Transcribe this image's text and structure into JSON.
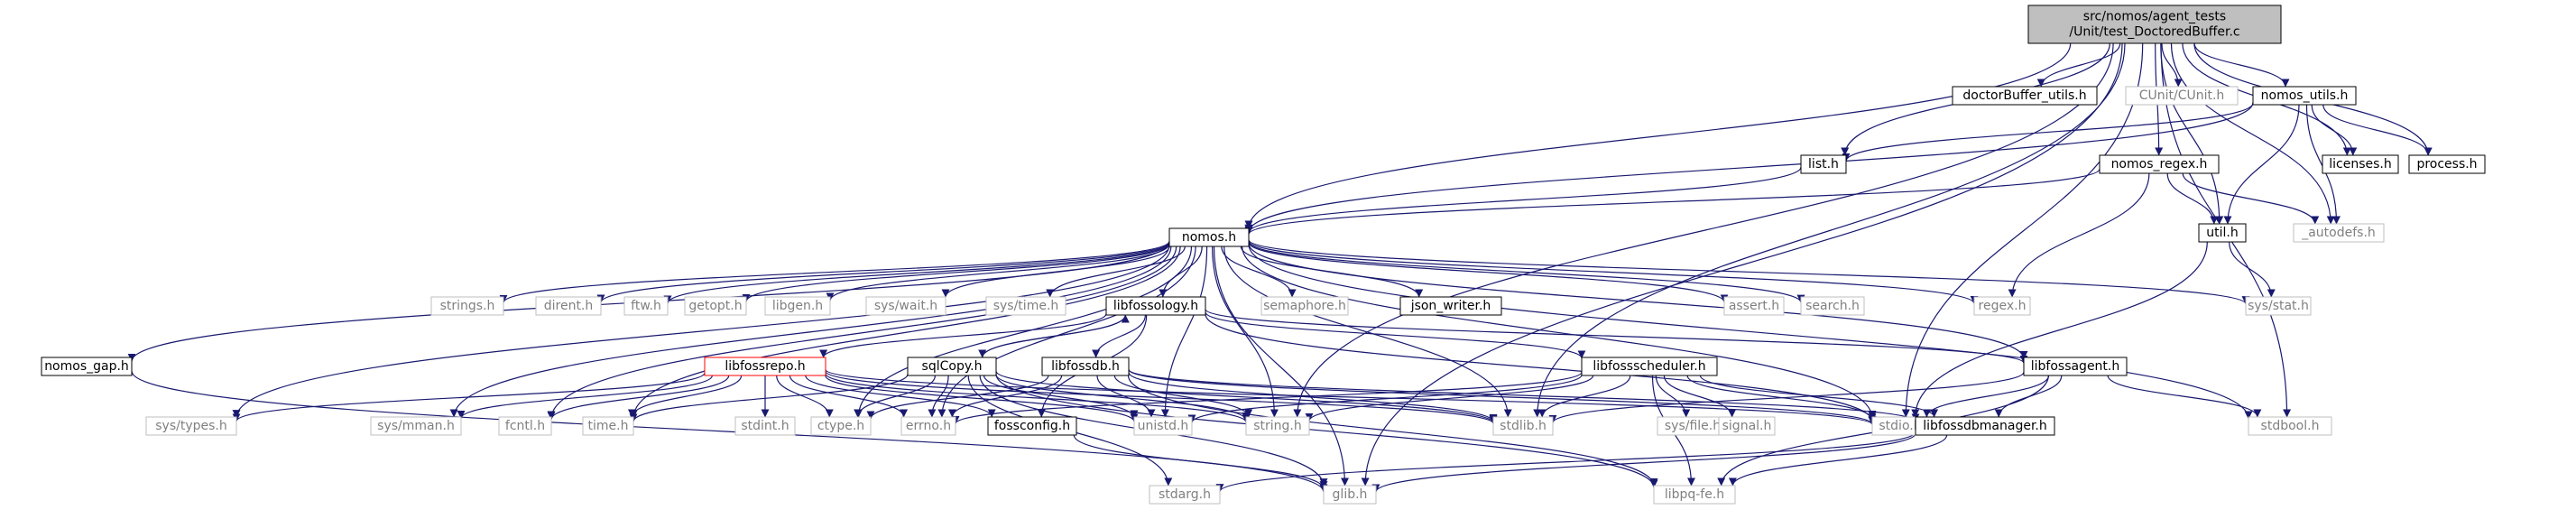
{
  "colors": {
    "edge": "#191970",
    "root_fill": "#bfbfbf",
    "root_border": "#000000",
    "doc_border": "#000000",
    "missing_border": "#bfbfbf",
    "missing_text": "#808080",
    "error_border": "#ff0000",
    "text": "#000000"
  },
  "nodes": [
    {
      "id": "root",
      "lines": [
        "src/nomos/agent_tests",
        "/Unit/test_DoctoredBuffer.c"
      ],
      "kind": "root"
    },
    {
      "id": "glib",
      "lines": [
        "glib.h"
      ],
      "kind": "missing"
    },
    {
      "id": "nomos",
      "lines": [
        "nomos.h"
      ],
      "kind": "doc"
    },
    {
      "id": "list",
      "lines": [
        "list.h"
      ],
      "kind": "doc"
    },
    {
      "id": "doctor",
      "lines": [
        "doctorBuffer_utils.h"
      ],
      "kind": "doc"
    },
    {
      "id": "cunit",
      "lines": [
        "CUnit/CUnit.h"
      ],
      "kind": "missing"
    },
    {
      "id": "nutils",
      "lines": [
        "nomos_utils.h"
      ],
      "kind": "doc"
    },
    {
      "id": "nregex",
      "lines": [
        "nomos_regex.h"
      ],
      "kind": "doc"
    },
    {
      "id": "licenses",
      "lines": [
        "licenses.h"
      ],
      "kind": "doc"
    },
    {
      "id": "process",
      "lines": [
        "process.h"
      ],
      "kind": "doc"
    },
    {
      "id": "util",
      "lines": [
        "util.h"
      ],
      "kind": "doc"
    },
    {
      "id": "autodefs",
      "lines": [
        "_autodefs.h"
      ],
      "kind": "missing"
    },
    {
      "id": "stdbool",
      "lines": [
        "stdbool.h"
      ],
      "kind": "missing"
    },
    {
      "id": "stdio",
      "lines": [
        "stdio.h"
      ],
      "kind": "missing"
    },
    {
      "id": "stdlib",
      "lines": [
        "stdlib.h"
      ],
      "kind": "missing"
    },
    {
      "id": "string",
      "lines": [
        "string.h"
      ],
      "kind": "missing"
    },
    {
      "id": "ctype",
      "lines": [
        "ctype.h"
      ],
      "kind": "missing"
    },
    {
      "id": "systypes",
      "lines": [
        "sys/types.h"
      ],
      "kind": "missing"
    },
    {
      "id": "strings",
      "lines": [
        "strings.h"
      ],
      "kind": "missing"
    },
    {
      "id": "dirent",
      "lines": [
        "dirent.h"
      ],
      "kind": "missing"
    },
    {
      "id": "ftw",
      "lines": [
        "ftw.h"
      ],
      "kind": "missing"
    },
    {
      "id": "getopt",
      "lines": [
        "getopt.h"
      ],
      "kind": "missing"
    },
    {
      "id": "libgen",
      "lines": [
        "libgen.h"
      ],
      "kind": "missing"
    },
    {
      "id": "syswait",
      "lines": [
        "sys/wait.h"
      ],
      "kind": "missing"
    },
    {
      "id": "systime",
      "lines": [
        "sys/time.h"
      ],
      "kind": "missing"
    },
    {
      "id": "libfossology",
      "lines": [
        "libfossology.h"
      ],
      "kind": "doc"
    },
    {
      "id": "semaphore",
      "lines": [
        "semaphore.h"
      ],
      "kind": "missing"
    },
    {
      "id": "jsonwriter",
      "lines": [
        "json_writer.h"
      ],
      "kind": "doc"
    },
    {
      "id": "assert",
      "lines": [
        "assert.h"
      ],
      "kind": "missing"
    },
    {
      "id": "search",
      "lines": [
        "search.h"
      ],
      "kind": "missing"
    },
    {
      "id": "regex",
      "lines": [
        "regex.h"
      ],
      "kind": "missing"
    },
    {
      "id": "sysstat",
      "lines": [
        "sys/stat.h"
      ],
      "kind": "missing"
    },
    {
      "id": "nomosgap",
      "lines": [
        "nomos_gap.h"
      ],
      "kind": "doc"
    },
    {
      "id": "libfossrepo",
      "lines": [
        "libfossrepo.h"
      ],
      "kind": "error"
    },
    {
      "id": "sqlcopy",
      "lines": [
        "sqlCopy.h"
      ],
      "kind": "doc"
    },
    {
      "id": "libfossdb",
      "lines": [
        "libfossdb.h"
      ],
      "kind": "doc"
    },
    {
      "id": "libfosssched",
      "lines": [
        "libfossscheduler.h"
      ],
      "kind": "doc"
    },
    {
      "id": "libfossagent",
      "lines": [
        "libfossagent.h"
      ],
      "kind": "doc"
    },
    {
      "id": "sysmman",
      "lines": [
        "sys/mman.h"
      ],
      "kind": "missing"
    },
    {
      "id": "fcntl",
      "lines": [
        "fcntl.h"
      ],
      "kind": "missing"
    },
    {
      "id": "time",
      "lines": [
        "time.h"
      ],
      "kind": "missing"
    },
    {
      "id": "stdint",
      "lines": [
        "stdint.h"
      ],
      "kind": "missing"
    },
    {
      "id": "errno",
      "lines": [
        "errno.h"
      ],
      "kind": "missing"
    },
    {
      "id": "fossconfig",
      "lines": [
        "fossconfig.h"
      ],
      "kind": "doc"
    },
    {
      "id": "unistd",
      "lines": [
        "unistd.h"
      ],
      "kind": "missing"
    },
    {
      "id": "sysfile",
      "lines": [
        "sys/file.h"
      ],
      "kind": "missing"
    },
    {
      "id": "signal",
      "lines": [
        "signal.h"
      ],
      "kind": "missing"
    },
    {
      "id": "libfossdbmgr",
      "lines": [
        "libfossdbmanager.h"
      ],
      "kind": "doc"
    },
    {
      "id": "stdarg",
      "lines": [
        "stdarg.h"
      ],
      "kind": "missing"
    },
    {
      "id": "libpq",
      "lines": [
        "libpq-fe.h"
      ],
      "kind": "missing"
    }
  ],
  "edges": [
    [
      "root",
      "glib"
    ],
    [
      "root",
      "nomos"
    ],
    [
      "root",
      "list"
    ],
    [
      "root",
      "doctor"
    ],
    [
      "root",
      "cunit"
    ],
    [
      "root",
      "nutils"
    ],
    [
      "root",
      "nregex"
    ],
    [
      "root",
      "licenses"
    ],
    [
      "root",
      "process"
    ],
    [
      "root",
      "util"
    ],
    [
      "root",
      "autodefs"
    ],
    [
      "root",
      "stdbool"
    ],
    [
      "root",
      "stdio"
    ],
    [
      "root",
      "stdlib"
    ],
    [
      "root",
      "string"
    ],
    [
      "nutils",
      "list"
    ],
    [
      "nutils",
      "nomos"
    ],
    [
      "nutils",
      "licenses"
    ],
    [
      "nutils",
      "process"
    ],
    [
      "nutils",
      "util"
    ],
    [
      "nutils",
      "autodefs"
    ],
    [
      "nregex",
      "nomos"
    ],
    [
      "nregex",
      "util"
    ],
    [
      "nregex",
      "autodefs"
    ],
    [
      "nregex",
      "regex"
    ],
    [
      "list",
      "nomos"
    ],
    [
      "util",
      "sysstat"
    ],
    [
      "util",
      "stdio"
    ],
    [
      "nomos",
      "nomosgap"
    ],
    [
      "nomos",
      "systypes"
    ],
    [
      "nomos",
      "sysmman"
    ],
    [
      "nomos",
      "fcntl"
    ],
    [
      "nomos",
      "time"
    ],
    [
      "nomos",
      "ctype"
    ],
    [
      "nomos",
      "errno"
    ],
    [
      "nomos",
      "unistd"
    ],
    [
      "nomos",
      "glib"
    ],
    [
      "nomos",
      "string"
    ],
    [
      "nomos",
      "stdlib"
    ],
    [
      "nomos",
      "stdio"
    ],
    [
      "nomos",
      "stdbool"
    ],
    [
      "nomos",
      "strings"
    ],
    [
      "nomos",
      "dirent"
    ],
    [
      "nomos",
      "ftw"
    ],
    [
      "nomos",
      "getopt"
    ],
    [
      "nomos",
      "libgen"
    ],
    [
      "nomos",
      "syswait"
    ],
    [
      "nomos",
      "systime"
    ],
    [
      "nomos",
      "libfossology"
    ],
    [
      "nomos",
      "semaphore"
    ],
    [
      "nomos",
      "jsonwriter"
    ],
    [
      "nomos",
      "assert"
    ],
    [
      "nomos",
      "search"
    ],
    [
      "nomos",
      "regex"
    ],
    [
      "nomos",
      "sysstat"
    ],
    [
      "nomos",
      "libfossagent"
    ],
    [
      "nomosgap",
      "glib"
    ],
    [
      "libfossology",
      "libfossrepo"
    ],
    [
      "libfossology",
      "sqlcopy"
    ],
    [
      "libfossology",
      "libfossdb"
    ],
    [
      "libfossology",
      "libfosssched"
    ],
    [
      "libfossology",
      "libfossagent"
    ],
    [
      "libfossology",
      "fossconfig"
    ],
    [
      "libfossology",
      "stdio"
    ],
    [
      "libfossrepo",
      "systypes"
    ],
    [
      "libfossrepo",
      "sysmman"
    ],
    [
      "libfossrepo",
      "fcntl"
    ],
    [
      "libfossrepo",
      "time"
    ],
    [
      "libfossrepo",
      "stdint"
    ],
    [
      "libfossrepo",
      "ctype"
    ],
    [
      "libfossrepo",
      "errno"
    ],
    [
      "libfossrepo",
      "fossconfig"
    ],
    [
      "libfossrepo",
      "unistd"
    ],
    [
      "libfossrepo",
      "string"
    ],
    [
      "libfossrepo",
      "stdlib"
    ],
    [
      "libfossrepo",
      "stdio"
    ],
    [
      "sqlcopy",
      "libfossology"
    ],
    [
      "sqlcopy",
      "time"
    ],
    [
      "sqlcopy",
      "ctype"
    ],
    [
      "sqlcopy",
      "errno"
    ],
    [
      "sqlcopy",
      "unistd"
    ],
    [
      "sqlcopy",
      "stdarg"
    ],
    [
      "sqlcopy",
      "glib"
    ],
    [
      "sqlcopy",
      "string"
    ],
    [
      "sqlcopy",
      "stdlib"
    ],
    [
      "sqlcopy",
      "libpq"
    ],
    [
      "libfossdb",
      "ctype"
    ],
    [
      "libfossdb",
      "errno"
    ],
    [
      "libfossdb",
      "unistd"
    ],
    [
      "libfossdb",
      "string"
    ],
    [
      "libfossdb",
      "stdlib"
    ],
    [
      "libfossdb",
      "stdio"
    ],
    [
      "libfossdb",
      "libfossdbmgr"
    ],
    [
      "libfossdb",
      "libpq"
    ],
    [
      "libfosssched",
      "errno"
    ],
    [
      "libfosssched",
      "unistd"
    ],
    [
      "libfosssched",
      "string"
    ],
    [
      "libfosssched",
      "stdlib"
    ],
    [
      "libfosssched",
      "sysfile"
    ],
    [
      "libfosssched",
      "signal"
    ],
    [
      "libfosssched",
      "stdio"
    ],
    [
      "libfosssched",
      "libfossdbmgr"
    ],
    [
      "libfosssched",
      "libpq"
    ],
    [
      "libfossagent",
      "stdlib"
    ],
    [
      "libfossagent",
      "stdio"
    ],
    [
      "libfossagent",
      "libfossdbmgr"
    ],
    [
      "libfossagent",
      "stdbool"
    ],
    [
      "libfossagent",
      "libpq"
    ],
    [
      "fossconfig",
      "glib"
    ],
    [
      "libfossdbmgr",
      "stdarg"
    ],
    [
      "libfossdbmgr",
      "glib"
    ],
    [
      "libfossdbmgr",
      "libpq"
    ]
  ]
}
